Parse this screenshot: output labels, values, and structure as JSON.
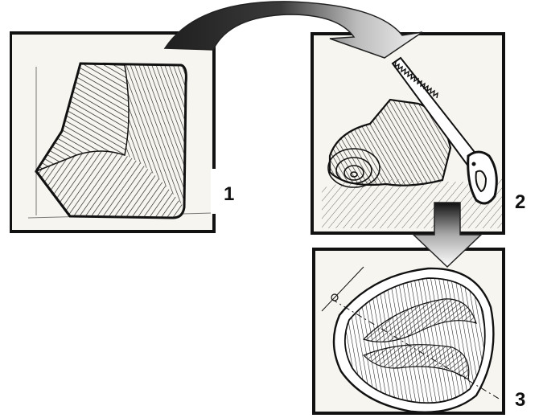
{
  "steps": [
    {
      "number": "1",
      "scene": "wood-block"
    },
    {
      "number": "2",
      "scene": "sawing-log"
    },
    {
      "number": "3",
      "scene": "carved-bowl"
    }
  ],
  "colors": {
    "arrow_dark": "#222222",
    "arrow_light": "#e6e6e6",
    "panel_border": "#111111",
    "sketch_ink": "#1a1a1a",
    "paper": "#f7f5ef"
  },
  "icons": {
    "saw": "hand-saw-icon"
  }
}
